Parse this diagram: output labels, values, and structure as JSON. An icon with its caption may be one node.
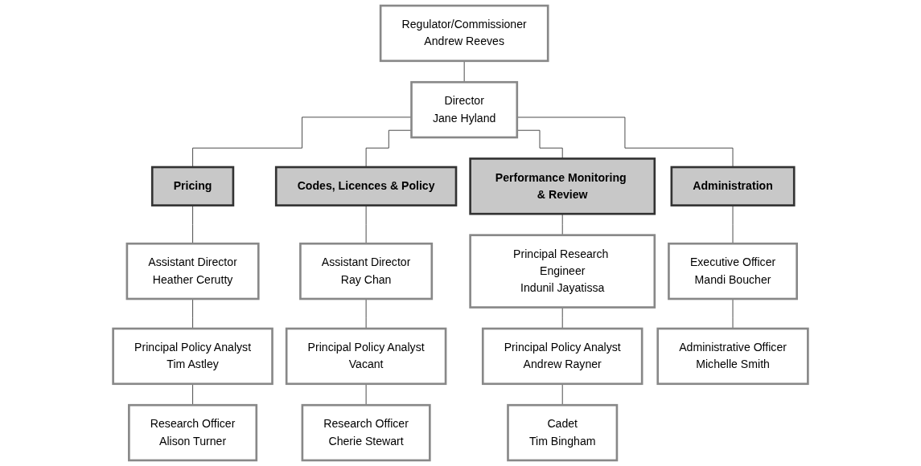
{
  "diagram": {
    "nodes": [
      {
        "text": [
          "Regulator/Commissioner",
          "Andrew Reeves"
        ]
      },
      {
        "text": [
          "Director",
          "Jane Hyland"
        ]
      },
      {
        "text": [
          "Pricing"
        ]
      },
      {
        "text": [
          "Codes, Licences & Policy"
        ]
      },
      {
        "text": [
          "Performance Monitoring & Review"
        ]
      },
      {
        "text": [
          "Administration"
        ]
      },
      {
        "text": [
          "Assistant Director",
          "Heather Cerutty"
        ]
      },
      {
        "text": [
          "Principal Policy Analyst",
          "Tim Astley"
        ]
      },
      {
        "text": [
          "Research Officer",
          "Alison Turner"
        ]
      },
      {
        "text": [
          "Assistant Director",
          "Ray Chan"
        ]
      },
      {
        "text": [
          "Principal Policy Analyst",
          "Vacant"
        ]
      },
      {
        "text": [
          "Research Officer",
          "Cherie Stewart"
        ]
      },
      {
        "text": [
          "Principal Research Engineer",
          "Indunil Jayatissa"
        ]
      },
      {
        "text": [
          "Principal Policy Analyst",
          "Andrew Rayner"
        ]
      },
      {
        "text": [
          "Cadet",
          "Tim Bingham"
        ]
      },
      {
        "text": [
          "Executive Officer",
          "Mandi Boucher"
        ]
      },
      {
        "text": [
          "Administrative Officer",
          "Michelle Smith"
        ]
      }
    ],
    "edges": [
      {
        "from": 0,
        "to": 1,
        "arrow": "none"
      },
      {
        "from": 1,
        "to": 2,
        "arrow": "none"
      },
      {
        "from": 1,
        "to": 3,
        "arrow": "none"
      },
      {
        "from": 1,
        "to": 4,
        "arrow": "none"
      },
      {
        "from": 1,
        "to": 5,
        "arrow": "none"
      },
      {
        "from": 2,
        "to": 6,
        "arrow": "none"
      },
      {
        "from": 6,
        "to": 7,
        "arrow": "none"
      },
      {
        "from": 7,
        "to": 8,
        "arrow": "none"
      },
      {
        "from": 3,
        "to": 9,
        "arrow": "none"
      },
      {
        "from": 9,
        "to": 10,
        "arrow": "none"
      },
      {
        "from": 10,
        "to": 11,
        "arrow": "none"
      },
      {
        "from": 4,
        "to": 12,
        "arrow": "none"
      },
      {
        "from": 12,
        "to": 13,
        "arrow": "none"
      },
      {
        "from": 13,
        "to": 14,
        "arrow": "none"
      },
      {
        "from": 5,
        "to": 15,
        "arrow": "none"
      },
      {
        "from": 15,
        "to": 16,
        "arrow": "none"
      }
    ]
  }
}
